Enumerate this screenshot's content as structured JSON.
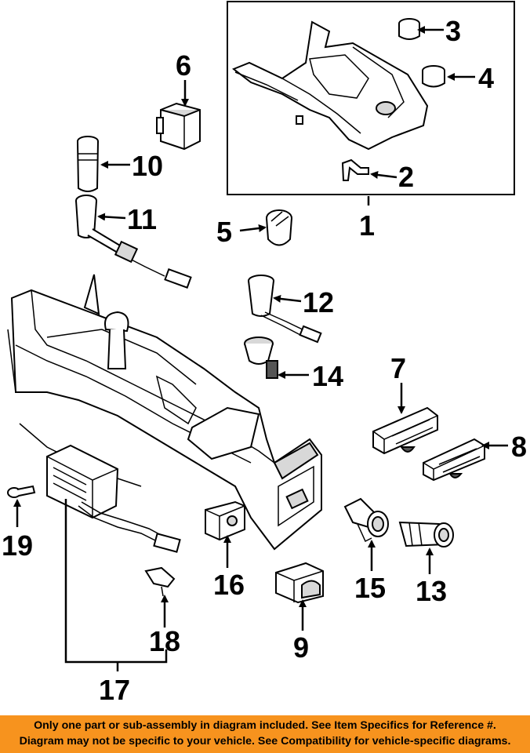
{
  "callouts": {
    "c1": "1",
    "c2": "2",
    "c3": "3",
    "c4": "4",
    "c5": "5",
    "c6": "6",
    "c7": "7",
    "c8": "8",
    "c9": "9",
    "c10": "10",
    "c11": "11",
    "c12": "12",
    "c13": "13",
    "c14": "14",
    "c15": "15",
    "c16": "16",
    "c17": "17",
    "c18": "18",
    "c19": "19"
  },
  "footer": {
    "line1": "Only one part or sub-assembly in diagram included. See Item Specifics for Reference #.",
    "line2": "Diagram may not be specific to your vehicle. See Compatibility for vehicle-specific diagrams."
  },
  "colors": {
    "footer_background": "#f7931e",
    "line_art": "#000000"
  }
}
